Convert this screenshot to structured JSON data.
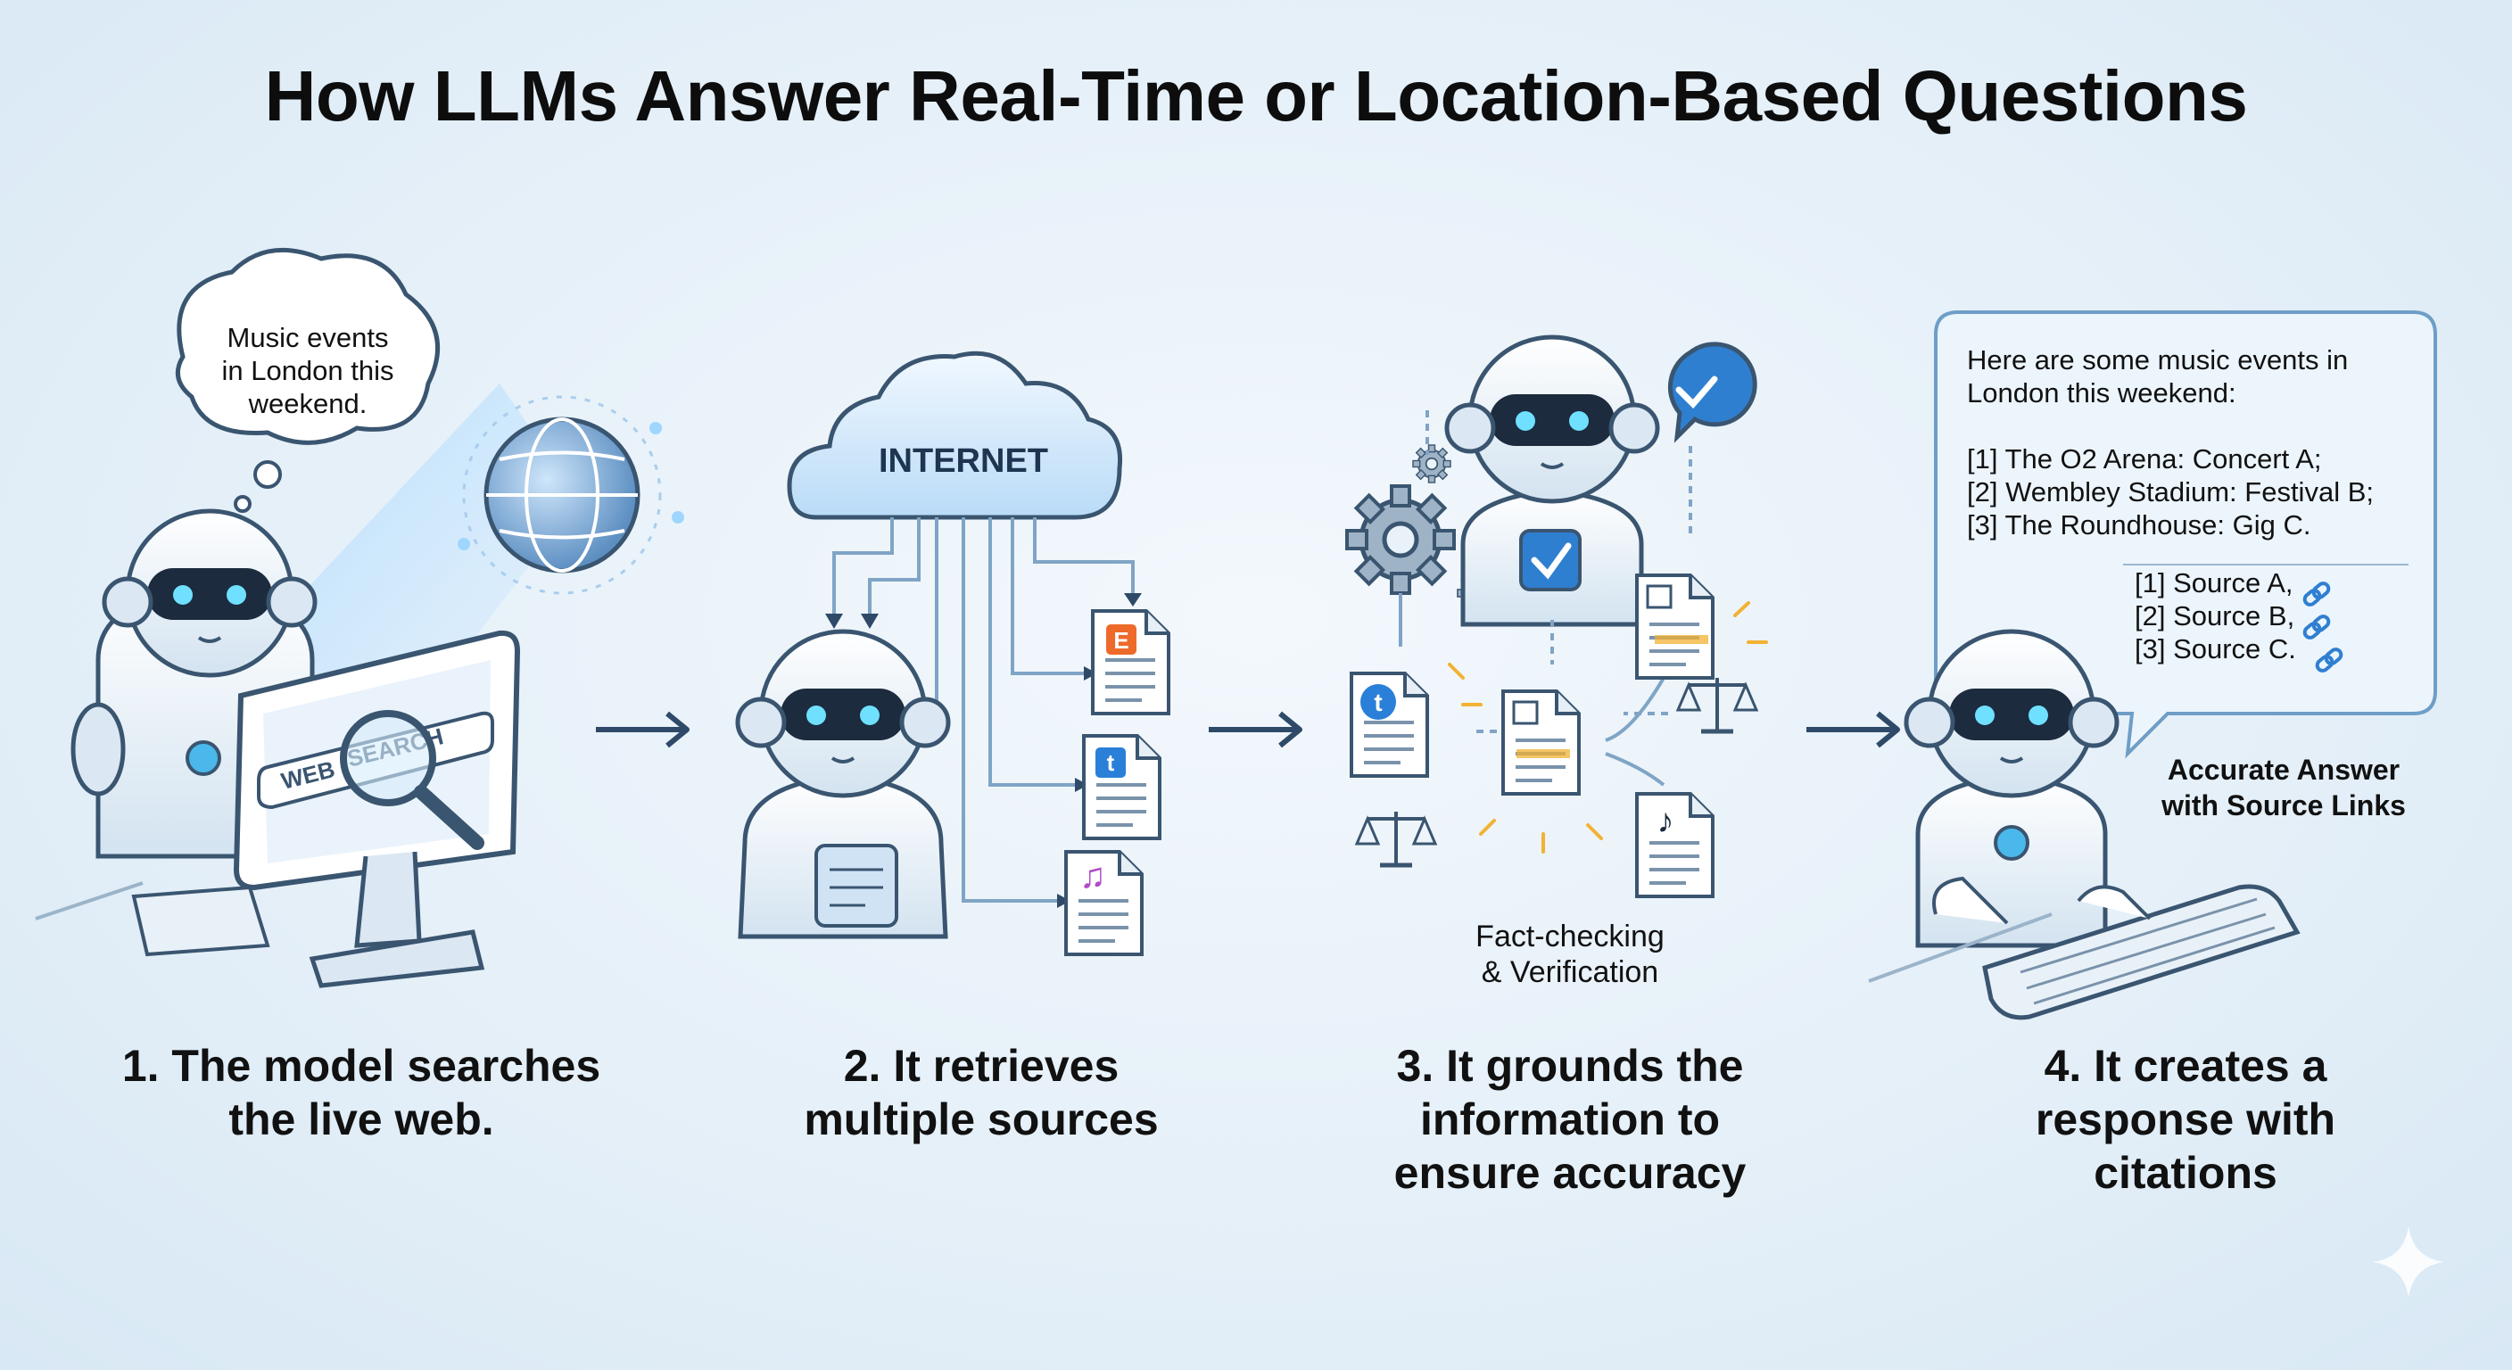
{
  "title": "How LLMs Answer Real-Time or Location-Based Questions",
  "steps": [
    {
      "caption_line1": "1. The model searches",
      "caption_line2": "the live web.",
      "thought_line1": "Music events",
      "thought_line2": "in London this",
      "thought_line3": "weekend.",
      "search_bar_web": "WEB",
      "search_bar_search": "SEARCH"
    },
    {
      "caption_line1": "2. It retrieves",
      "caption_line2": "multiple sources",
      "cloud_label": "INTERNET",
      "doc_badge_e": "E",
      "doc_badge_t": "t"
    },
    {
      "caption_line1": "3. It grounds the",
      "caption_line2": "information to",
      "caption_line3": "ensure accuracy",
      "side_label_line1": "Fact-checking",
      "side_label_line2": "& Verification",
      "doc_badge_t": "t"
    },
    {
      "caption_line1": "4. It creates a",
      "caption_line2": "response with",
      "caption_line3": "citations",
      "bubble_line1": "Here are some music events in",
      "bubble_line2": "London this weekend:",
      "items": [
        "[1] The O2 Arena: Concert A;",
        "[2] Wembley Stadium: Festival B;",
        "[3] The Roundhouse: Gig C."
      ],
      "sources": [
        "[1] Source A,",
        "[2] Source B,",
        "[3] Source C."
      ],
      "answer_label_line1": "Accurate Answer",
      "answer_label_line2": "with Source Links"
    }
  ],
  "colors": {
    "background": "#e4eff8",
    "outline": "#3a5570",
    "robot_visor": "#1c2b3e",
    "robot_eye": "#6fe0ff",
    "accent_blue": "#2f7fd1",
    "arrow": "#2e4a68",
    "sparkle": "#f2b233",
    "badge_e": "#ee6a2a",
    "badge_t": "#2a7fd8",
    "music_note": "#b04bc7"
  },
  "icons": [
    "thought-bubble-icon",
    "robot-icon",
    "globe-icon",
    "monitor-icon",
    "magnifier-icon",
    "cloud-icon",
    "document-icon",
    "gear-icon",
    "checkmark-badge-icon",
    "scales-icon",
    "link-icon",
    "keyboard-icon",
    "arrow-right-icon",
    "sparkle-icon"
  ]
}
